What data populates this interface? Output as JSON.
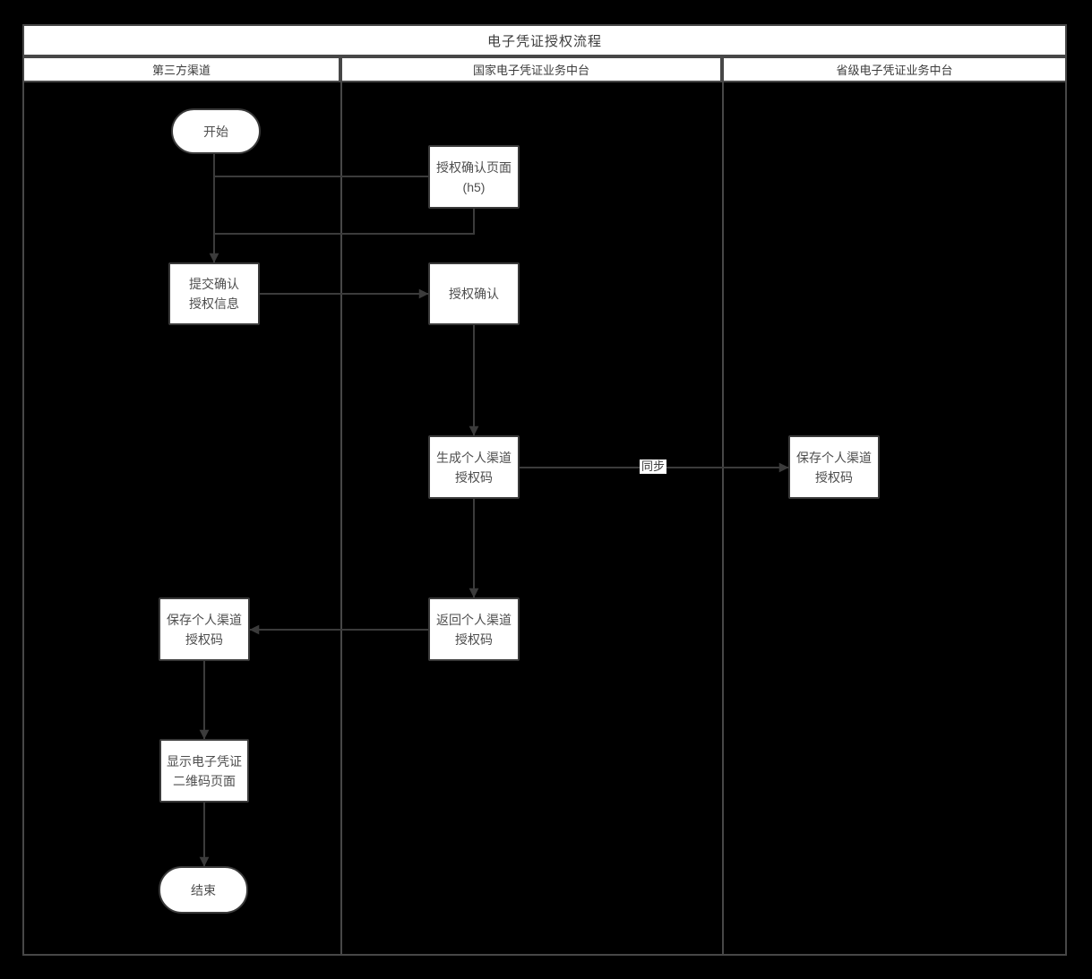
{
  "diagram": {
    "title": "电子凭证授权流程",
    "lanes": [
      {
        "label": "第三方渠道"
      },
      {
        "label": "国家电子凭证业务中台"
      },
      {
        "label": "省级电子凭证业务中台"
      }
    ],
    "nodes": {
      "start": {
        "type": "terminator",
        "label": "开始"
      },
      "auth_page": {
        "type": "process",
        "label": [
          "授权确认页面",
          "(h5)"
        ]
      },
      "submit_auth": {
        "type": "process",
        "label": [
          "提交确认",
          "授权信息"
        ]
      },
      "auth_confirm": {
        "type": "process",
        "label": "授权确认"
      },
      "generate_code": {
        "type": "process",
        "label": [
          "生成个人渠道",
          "授权码"
        ]
      },
      "save_code_prov": {
        "type": "process",
        "label": [
          "保存个人渠道",
          "授权码"
        ]
      },
      "return_code": {
        "type": "process",
        "label": [
          "返回个人渠道",
          "授权码"
        ]
      },
      "save_code_chan": {
        "type": "process",
        "label": [
          "保存个人渠道",
          "授权码"
        ]
      },
      "show_qr_page": {
        "type": "process",
        "label": [
          "显示电子凭证",
          "二维码页面"
        ]
      },
      "end": {
        "type": "terminator",
        "label": "结束"
      }
    },
    "edge_labels": {
      "sync": "同步"
    },
    "colors": {
      "background": "#000000",
      "node_fill": "#ffffff",
      "node_border": "#3a3a3a",
      "connector": "#3b3b3b",
      "pool_border": "#474747",
      "text": "#4e4e4e"
    }
  }
}
